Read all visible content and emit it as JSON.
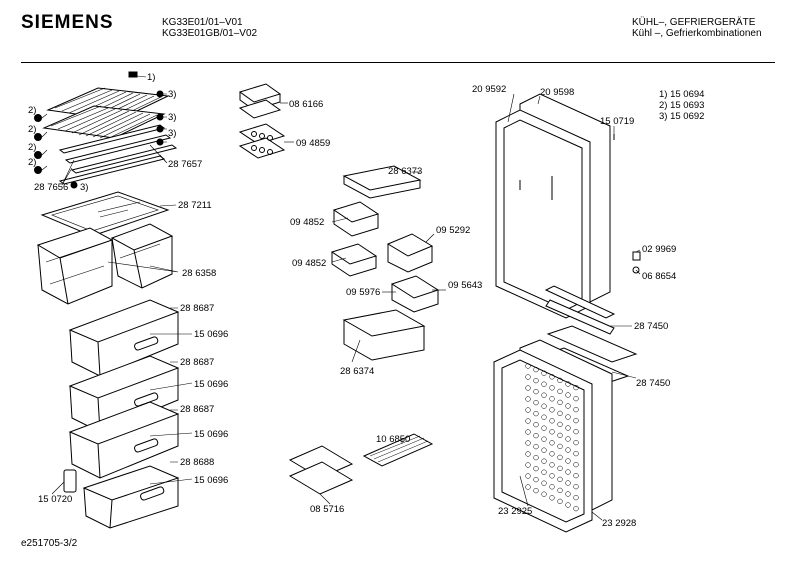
{
  "header": {
    "brand": "SIEMENS",
    "model_1": "KG33E01/01–V01",
    "model_2": "KG33E01GB/01–V02",
    "category_1": "KÜHL–, GEFRIERGERÄTE",
    "category_2": "Kühl –, Gefrierkombinationen"
  },
  "legend": {
    "l1": "1)  15 0694",
    "l2": "2)  15 0693",
    "l3": "3)  15 0692"
  },
  "labels": {
    "m1": "1)",
    "m2a": "2)",
    "m2b": "2)",
    "m2c": "2)",
    "m2d": "2)",
    "m3a": "3)",
    "m3b": "3)",
    "m3c": "3)",
    "m3d": "3)",
    "p287657": "28 7657",
    "p287656": "28 7656",
    "p287211": "28 7211",
    "p286358": "28 6358",
    "p288687a": "28 8687",
    "p150696a": "15 0696",
    "p288687b": "28 8687",
    "p150696b": "15 0696",
    "p288687c": "28 8687",
    "p150696c": "15 0696",
    "p288688": "28 8688",
    "p150696d": "15 0696",
    "p150720": "15 0720",
    "p086166": "08 6166",
    "p094859": "09 4859",
    "p286373": "28 6373",
    "p094852a": "09 4852",
    "p094852b": "09 4852",
    "p095292": "09 5292",
    "p095976": "09 5976",
    "p095643": "09 5643",
    "p286374": "28 6374",
    "p106850": "10 6850",
    "p085716": "08 5716",
    "p209592": "20 9592",
    "p209598": "20 9598",
    "p150719": "15 0719",
    "p029969": "02 9969",
    "p068654": "06 8654",
    "p287450a": "28 7450",
    "p287450b": "28 7450",
    "p232925": "23 2925",
    "p232928": "23 2928"
  },
  "footer": {
    "code": "e251705-3/2"
  }
}
